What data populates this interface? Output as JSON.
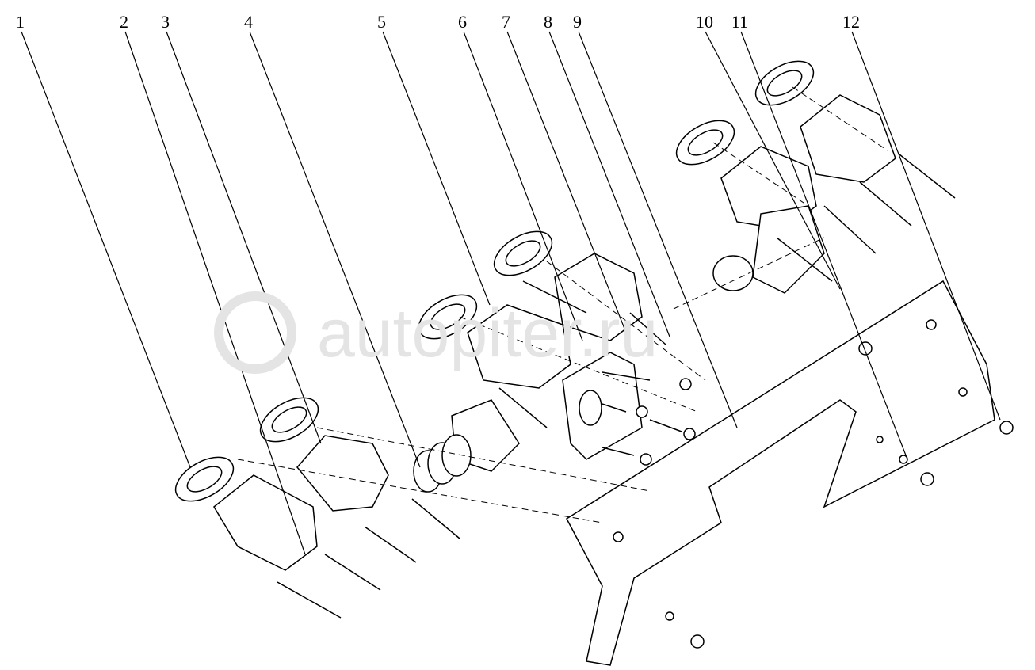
{
  "diagram": {
    "watermark": "autopiter.ru",
    "callouts": [
      "1",
      "2",
      "3",
      "4",
      "5",
      "6",
      "7",
      "8",
      "9",
      "10",
      "11",
      "12"
    ]
  }
}
